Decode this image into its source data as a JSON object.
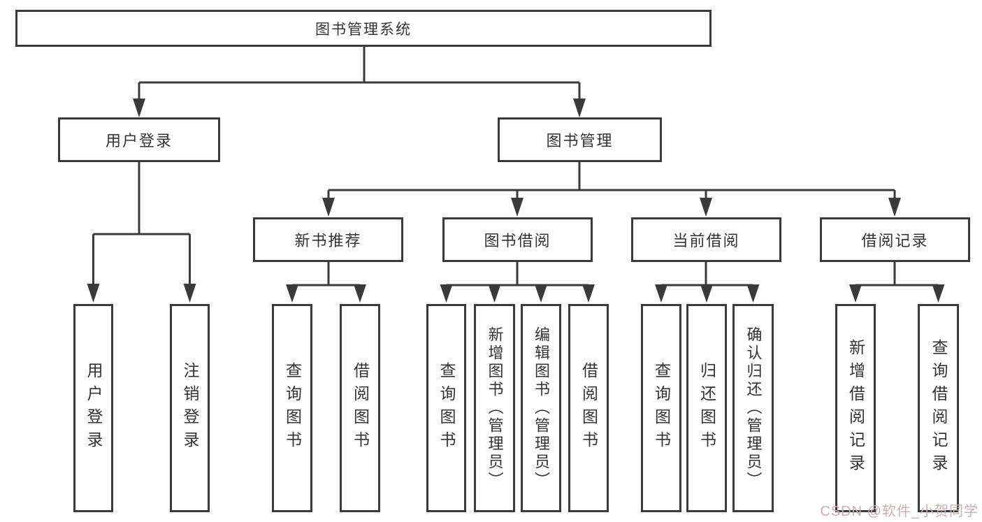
{
  "colors": {
    "line": "#3a3a3a",
    "box_border": "#3a3a3a",
    "text": "#333333",
    "watermark": "#c9afaf",
    "background": "#ffffff"
  },
  "watermark": {
    "text": "CSDN @软件_小贺同学"
  },
  "diagram": {
    "root": {
      "label": "图书管理系统"
    },
    "branches": [
      {
        "label": "用户登录",
        "children": [
          {
            "label": "用户登录"
          },
          {
            "label": "注销登录"
          }
        ]
      },
      {
        "label": "图书管理",
        "children": [
          {
            "label": "新书推荐",
            "children": [
              {
                "label": "查询图书"
              },
              {
                "label": "借阅图书"
              }
            ]
          },
          {
            "label": "图书借阅",
            "children": [
              {
                "label": "查询图书"
              },
              {
                "label": "新增图书（管理员）"
              },
              {
                "label": "编辑图书（管理员）"
              },
              {
                "label": "借阅图书"
              }
            ]
          },
          {
            "label": "当前借阅",
            "children": [
              {
                "label": "查询图书"
              },
              {
                "label": "归还图书"
              },
              {
                "label": "确认归还（管理员）"
              }
            ]
          },
          {
            "label": "借阅记录",
            "children": [
              {
                "label": "新增借阅记录"
              },
              {
                "label": "查询借阅记录"
              }
            ]
          }
        ]
      }
    ]
  }
}
